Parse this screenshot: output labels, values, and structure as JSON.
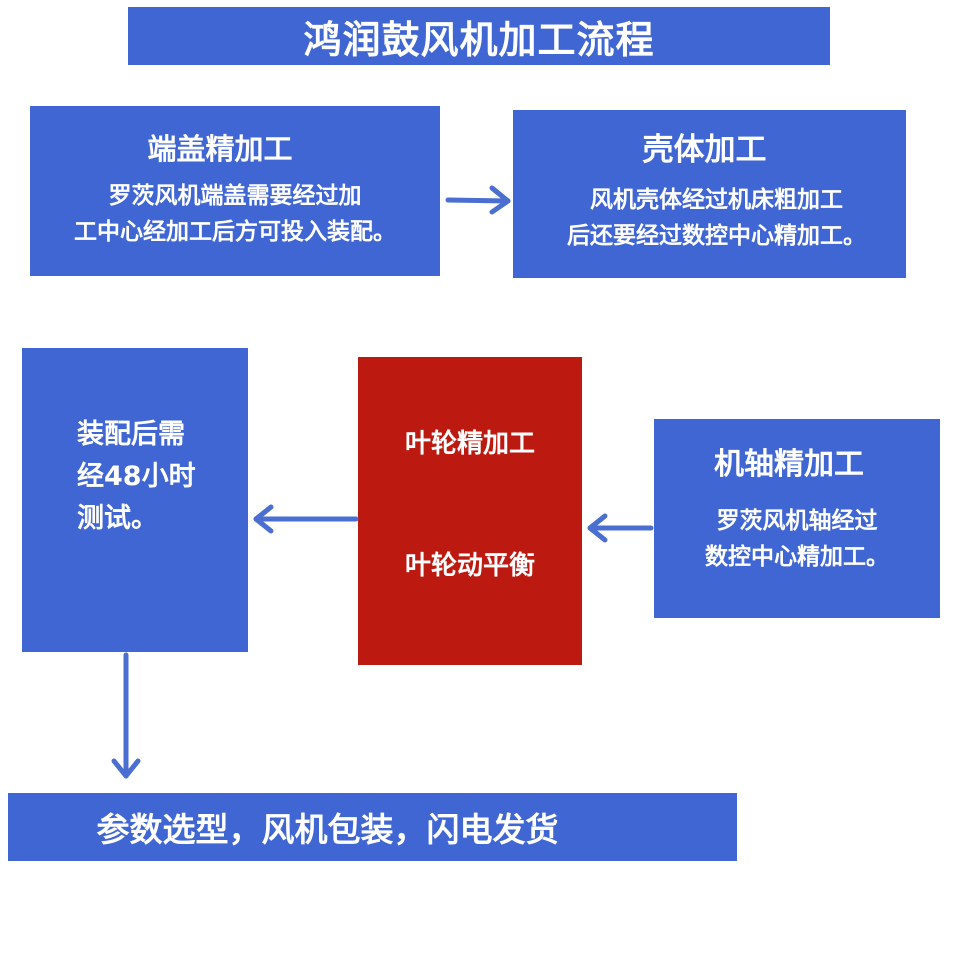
{
  "title": "鸿润鼓风机加工流程",
  "endcap": {
    "heading": "端盖精加工",
    "lines": [
      "罗茨风机端盖需要经过加",
      "工中心经加工后方可投入装配。"
    ]
  },
  "housing": {
    "heading": "壳体加工",
    "lines": [
      "风机壳体经过机床粗加工",
      "后还要经过数控中心精加工。"
    ]
  },
  "assembly": {
    "text": "装配后需经48小时测试。"
  },
  "impeller": {
    "line1": "叶轮精加工",
    "line2": "叶轮动平衡"
  },
  "shaft": {
    "heading": "机轴精加工",
    "lines": [
      "罗茨风机轴经过",
      "数控中心精加工。"
    ]
  },
  "bottom": "参数选型，风机包装，闪电发货",
  "colors": {
    "box_blue": "#3f66d2",
    "box_red": "#bc1a10",
    "arrow": "#4a6fd0",
    "text": "#ffffff"
  }
}
